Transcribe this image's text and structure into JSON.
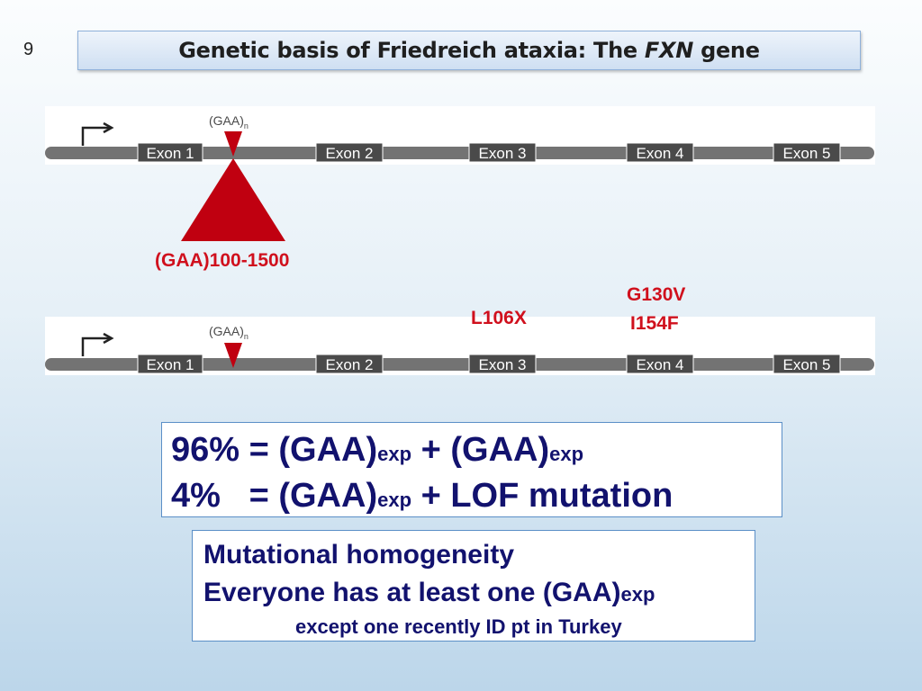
{
  "slide_number": "9",
  "title": {
    "prefix": "Genetic basis of Friedreich ataxia: The ",
    "gene": "FXN",
    "suffix": " gene"
  },
  "gene_maps": [
    {
      "repeat_label": "(GAA)",
      "repeat_subscript": "n",
      "exons": [
        "Exon 1",
        "Exon 2",
        "Exon 3",
        "Exon 4",
        "Exon 5"
      ],
      "expansion_label": "(GAA)100-1500"
    },
    {
      "repeat_label": "(GAA)",
      "repeat_subscript": "n",
      "exons": [
        "Exon 1",
        "Exon 2",
        "Exon 3",
        "Exon 4",
        "Exon 5"
      ],
      "mutations": {
        "exon3": "L106X",
        "exon4_a": "G130V",
        "exon4_b": "I154F"
      }
    }
  ],
  "colors": {
    "mutation_red": "#d0101d",
    "repeat_red": "#c00010",
    "box_text": "#12126e",
    "gene_line": "#737373",
    "exon_box": "#4a4a4a"
  },
  "summary": {
    "line1": {
      "pct": "96% = (GAA)",
      "sub1": "exp",
      "mid": " + (GAA)",
      "sub2": "exp"
    },
    "line2": {
      "pct": "4%   = (GAA)",
      "sub1": "exp",
      "rest": " + LOF mutation"
    }
  },
  "homogeneity": {
    "line1": "Mutational homogeneity",
    "line2_text": "Everyone has at least one (GAA)",
    "line2_sub": "exp",
    "note": "except one recently ID pt in Turkey"
  }
}
